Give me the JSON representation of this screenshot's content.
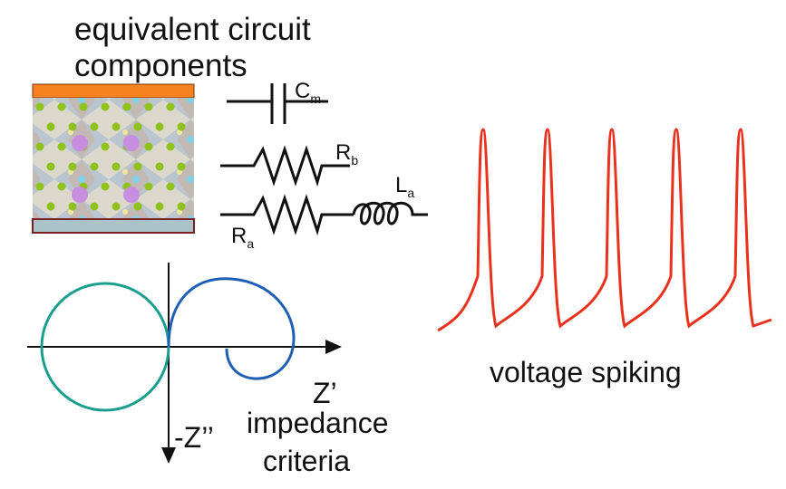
{
  "title_line1": "equivalent circuit",
  "title_line2": "components",
  "circuit": {
    "capacitor": {
      "label": "C",
      "sub": "m"
    },
    "resistor_b": {
      "label": "R",
      "sub": "b"
    },
    "resistor_a": {
      "label": "R",
      "sub": "a"
    },
    "inductor_a": {
      "label": "L",
      "sub": "a"
    }
  },
  "nyquist": {
    "x_axis_label": "Z’",
    "y_axis_label": "-Z’’",
    "caption_line1": "impedance",
    "caption_line2": "criteria"
  },
  "spiking": {
    "caption": "voltage spiking",
    "spike_count": 5
  },
  "colors": {
    "electrode_top": "#f5821f",
    "electrode_bottom": "#a9c3c8",
    "nyquist_teal": "#1a9e8e",
    "nyquist_blue": "#1f5fb5",
    "spike_red": "#e8321e"
  }
}
